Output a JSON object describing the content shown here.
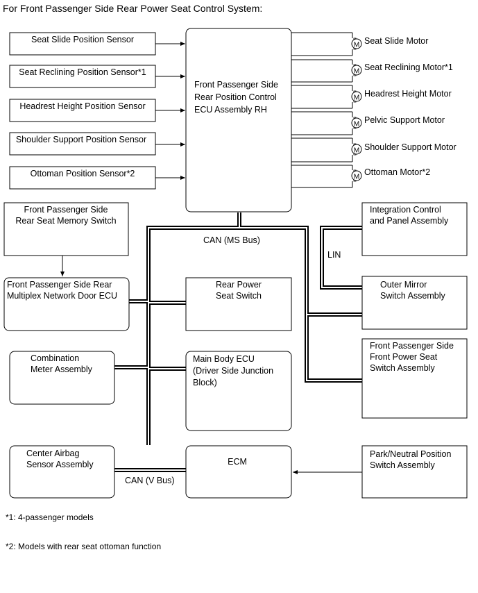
{
  "title": "For Front Passenger Side Rear Power Seat Control System:",
  "ecu": [
    "Front Passenger Side",
    "Rear Position Control",
    "ECU Assembly RH"
  ],
  "sensors": [
    "Seat Slide Position Sensor",
    "Seat Reclining Position Sensor*1",
    "Headrest Height Position Sensor",
    "Shoulder Support Position Sensor",
    "Ottoman Position Sensor*2"
  ],
  "motors": [
    "Seat Slide Motor",
    "Seat Reclining Motor*1",
    "Headrest Height Motor",
    "Pelvic Support Motor",
    "Shoulder Support Motor",
    "Ottoman Motor*2"
  ],
  "motor_symbol": "M",
  "memory_switch": [
    "Front Passenger Side",
    "Rear Seat Memory Switch"
  ],
  "door_ecu": [
    "Front Passenger Side Rear",
    "Multiplex Network Door ECU"
  ],
  "rear_power_seat_switch": [
    "Rear Power",
    "Seat Switch"
  ],
  "combination_meter": [
    "Combination",
    "Meter Assembly"
  ],
  "main_body_ecu": [
    "Main Body ECU",
    "(Driver Side Junction",
    "Block)"
  ],
  "center_airbag": [
    "Center Airbag",
    "Sensor Assembly"
  ],
  "ecm": [
    "ECM"
  ],
  "integration_control": [
    "Integration Control",
    "and Panel Assembly"
  ],
  "outer_mirror": [
    "Outer Mirror",
    "Switch Assembly"
  ],
  "front_power_seat": [
    "Front Passenger Side",
    "Front Power Seat",
    "Switch Assembly"
  ],
  "park_neutral": [
    "Park/Neutral Position",
    "Switch Assembly"
  ],
  "bus_labels": {
    "ms": "CAN (MS Bus)",
    "v": "CAN (V Bus)",
    "lin": "LIN"
  },
  "notes": [
    "*1: 4-passenger models",
    "*2: Models with rear seat ottoman function"
  ]
}
